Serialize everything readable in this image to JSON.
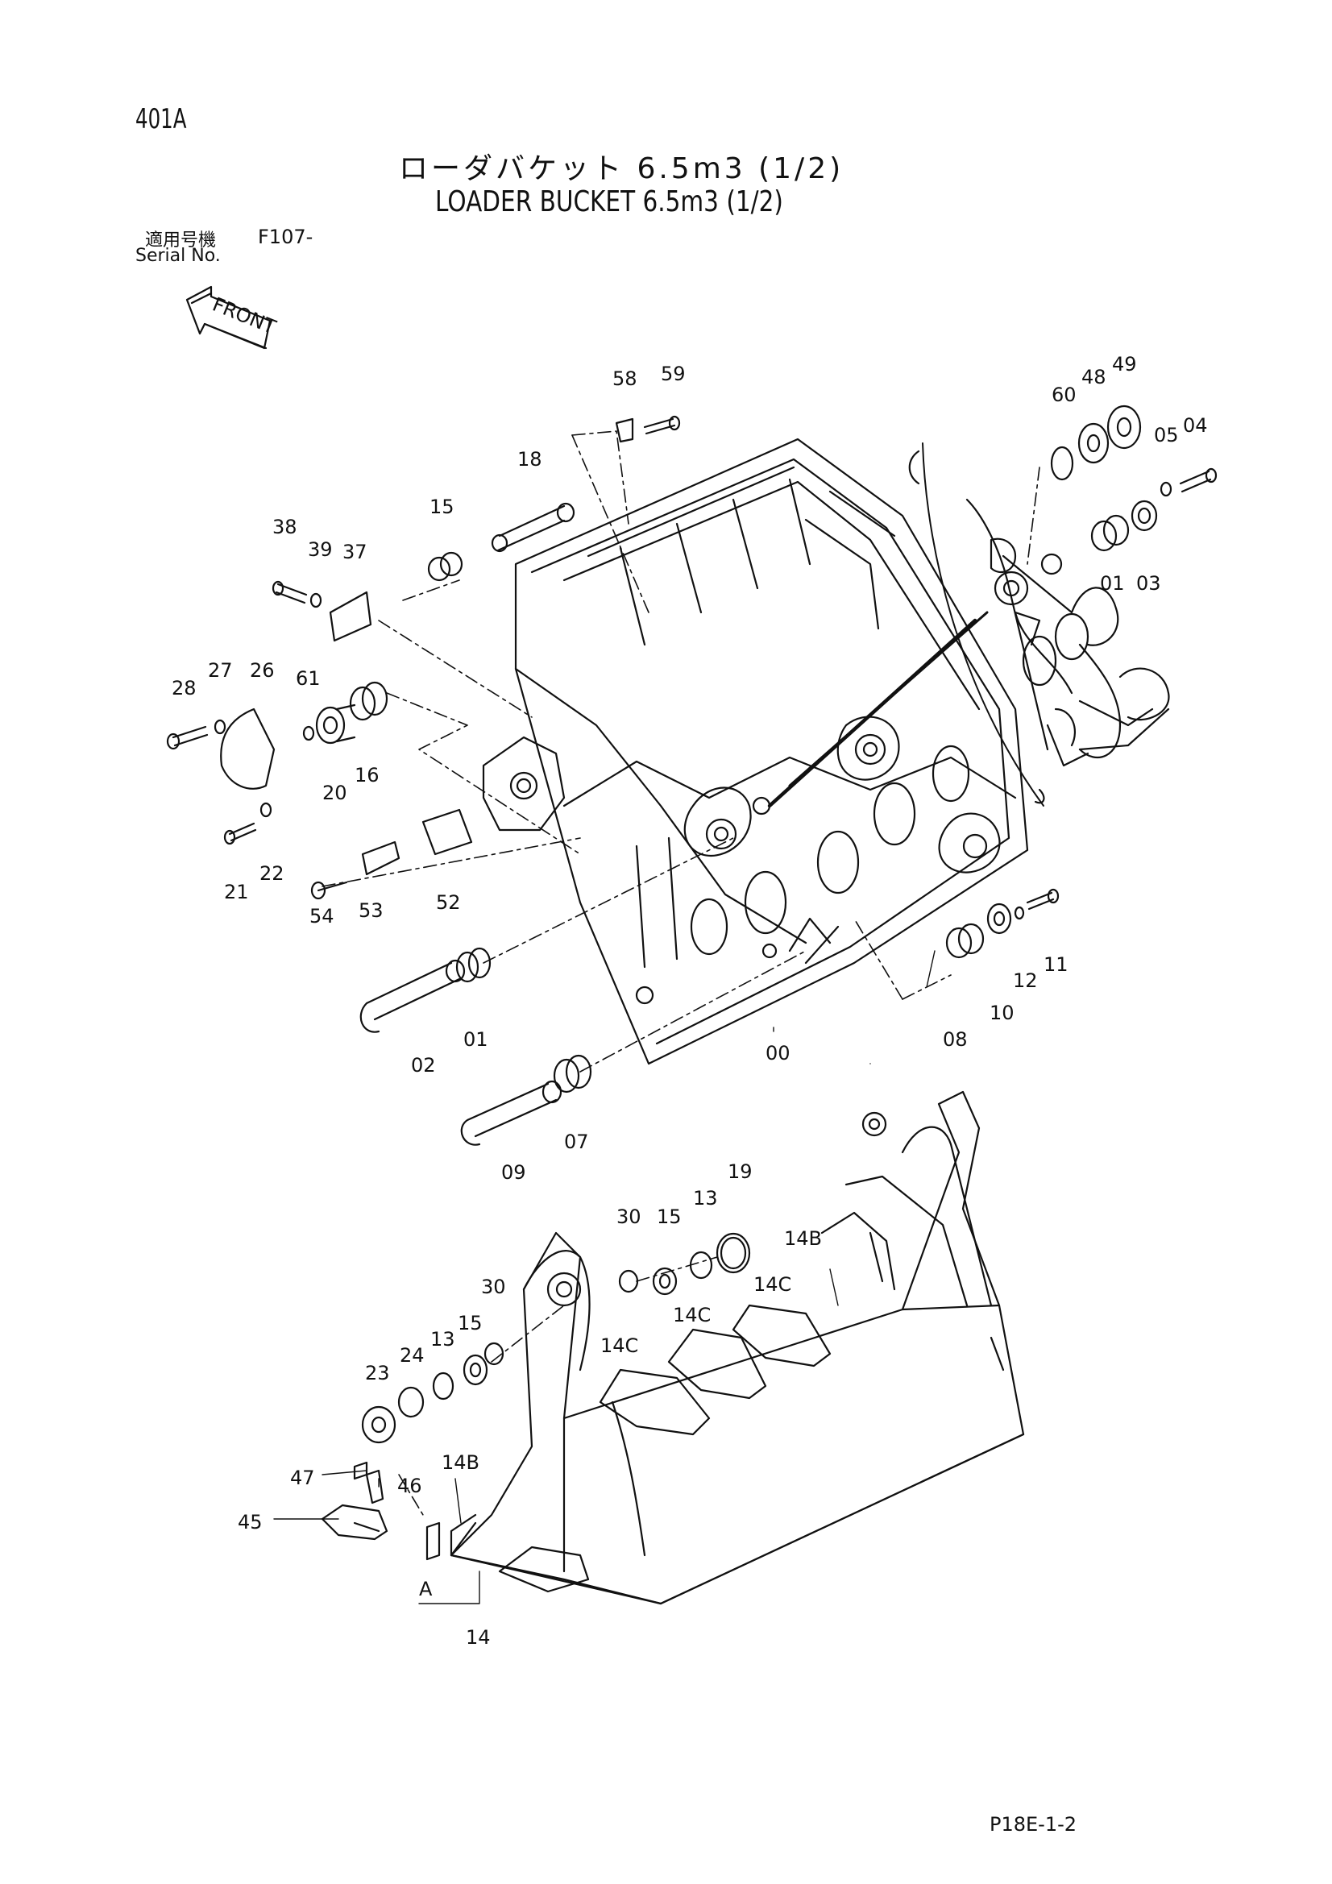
{
  "header": {
    "page_number": "401A",
    "title_ja": "ローダバケット 6.5m3 (1/2)",
    "title_en": "LOADER BUCKET 6.5m3 (1/2)",
    "serial_label_ja": "適用号機",
    "serial_label_en": "Serial No.",
    "serial_value": "F107-"
  },
  "front_arrow_label": "FRONT",
  "part_labels": [
    "58",
    "59",
    "18",
    "15",
    "38",
    "39",
    "37",
    "60",
    "48",
    "49",
    "05",
    "04",
    "01",
    "03",
    "28",
    "27",
    "26",
    "61",
    "16",
    "20",
    "21",
    "22",
    "54",
    "53",
    "52",
    "02",
    "01",
    "00",
    "11",
    "12",
    "10",
    "08",
    "07",
    "09",
    "19",
    "30",
    "15",
    "13",
    "14B",
    "14C",
    "14C",
    "14C",
    "30",
    "15",
    "13",
    "24",
    "23",
    "47",
    "46",
    "45",
    "14B",
    "A",
    "14"
  ],
  "footer": {
    "ref_code": "P18E-1-2"
  }
}
